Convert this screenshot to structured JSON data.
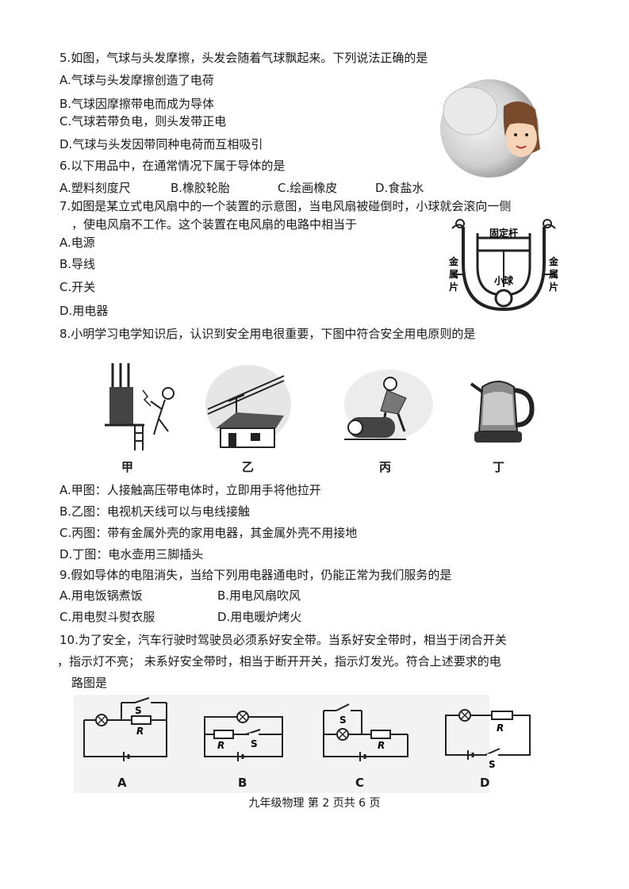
{
  "q5": {
    "stem": "5.如图，气球与头发摩擦，头发会随着气球飘起来。下列说法正确的是",
    "options": [
      "A.气球与头发摩擦创造了电荷",
      "B.气球因摩擦带电而成为导体",
      "C.气球若带负电，则头发带正电",
      "D.气球与头发因带同种电荷而互相吸引"
    ]
  },
  "q6": {
    "stem": "6.以下用品中，在通常情况下属于导体的是",
    "options": [
      "A.塑料刻度尺",
      "B.橡胶轮胎",
      "C.绘画橡皮",
      "D.食盐水"
    ]
  },
  "q7": {
    "stem_line1": "7.如图是某立式电风扇中的一个装置的示意图，当电风扇被碰倒时，小球就会滚向一侧",
    "stem_line2": "，使电风扇不工作。这个装置在电风扇的电路中相当于",
    "options": [
      "A.电源",
      "B.导线",
      "C.开关",
      "D.用电器"
    ],
    "figure_labels": {
      "top": "固定杆",
      "left": [
        "金",
        "属",
        "片"
      ],
      "right": [
        "金",
        "属",
        "片"
      ],
      "ball": "小球"
    }
  },
  "q8": {
    "stem": "8.小明学习电学知识后，认识到安全用电很重要，下图中符合安全用电原则的是",
    "captions": [
      "甲",
      "乙",
      "丙",
      "丁"
    ],
    "options": [
      "A.甲图：人接触高压带电体时，立即用手将他拉开",
      "B.乙图：电视机天线可以与电线接触",
      "C.丙图：带有金属外壳的家用电器，其金属外壳不用接地",
      "D.丁图：电水壶用三脚插头"
    ]
  },
  "q9": {
    "stem": "9.假如导体的电阻消失，当给下列用电器通电时，仍能正常为我们服务的是",
    "options": [
      "A.用电饭锅煮饭",
      "B.用电风扇吹风",
      "C.用电熨斗熨衣服",
      "D.用电暖炉烤火"
    ]
  },
  "q10": {
    "stem_line1": "10.为了安全，汽车行驶时驾驶员必须系好安全带。当系好安全带时，相当于闭合开关",
    "stem_line2": "，指示灯不亮； 未系好安全带时，相当于断开开关，指示灯发光。符合上述要求的电",
    "stem_line3": "路图是",
    "circuit_labels": [
      "A",
      "B",
      "C",
      "D"
    ],
    "switch_label": "S",
    "resistor_label": "R"
  },
  "footer": "九年级物理 第 2 页共 6 页"
}
